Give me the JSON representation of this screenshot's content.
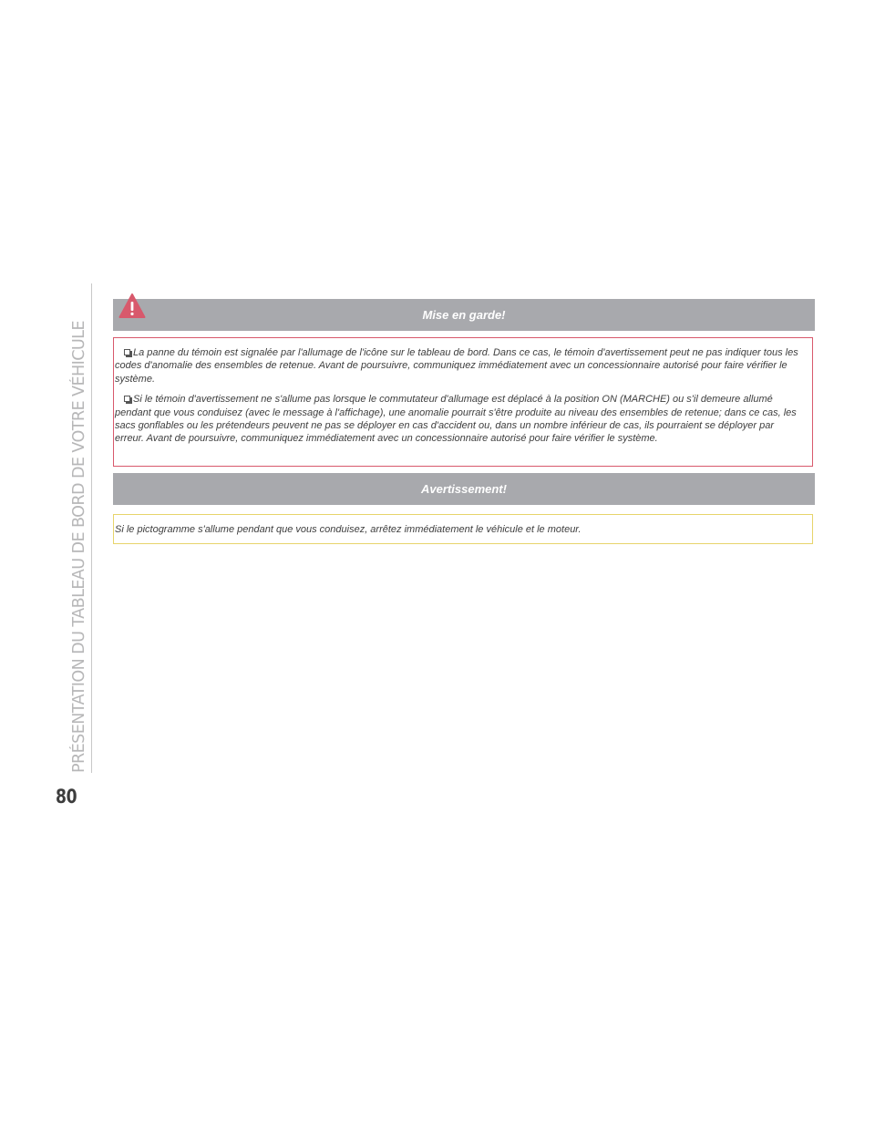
{
  "side_title": "PRÉSENTATION DU TABLEAU DE BORD DE VOTRE VÉHICULE",
  "page_number": "80",
  "caution": {
    "title": "Mise en garde!",
    "icon": "warning-triangle-icon",
    "accent_color": "#d8596c",
    "items": [
      "La panne du témoin est signalée par l'allumage de l'icône sur le tableau de bord. Dans ce cas, le témoin d'avertissement peut ne pas indiquer tous les codes d'anomalie des ensembles de retenue. Avant de poursuivre, communiquez immédiatement avec un concessionnaire autorisé pour faire vérifier le système.",
      "Si le témoin d'avertissement ne s'allume pas lorsque le commutateur d'allumage est déplacé à la position ON (MARCHE) ou s'il demeure allumé pendant que vous conduisez (avec le message à l'affichage), une anomalie pourrait s'être produite au niveau des ensembles de retenue; dans ce cas, les sacs gonflables ou les prétendeurs peuvent ne pas se déployer en cas d'accident ou, dans un nombre inférieur de cas, ils pourraient se déployer par erreur. Avant de poursuivre, communiquez immédiatement avec un concessionnaire autorisé pour faire vérifier le système."
    ]
  },
  "warning": {
    "title": "Avertissement!",
    "accent_color": "#e7d46b",
    "text": "Si le pictogramme s'allume pendant que vous conduisez, arrêtez immédiatement le véhicule et le moteur."
  }
}
